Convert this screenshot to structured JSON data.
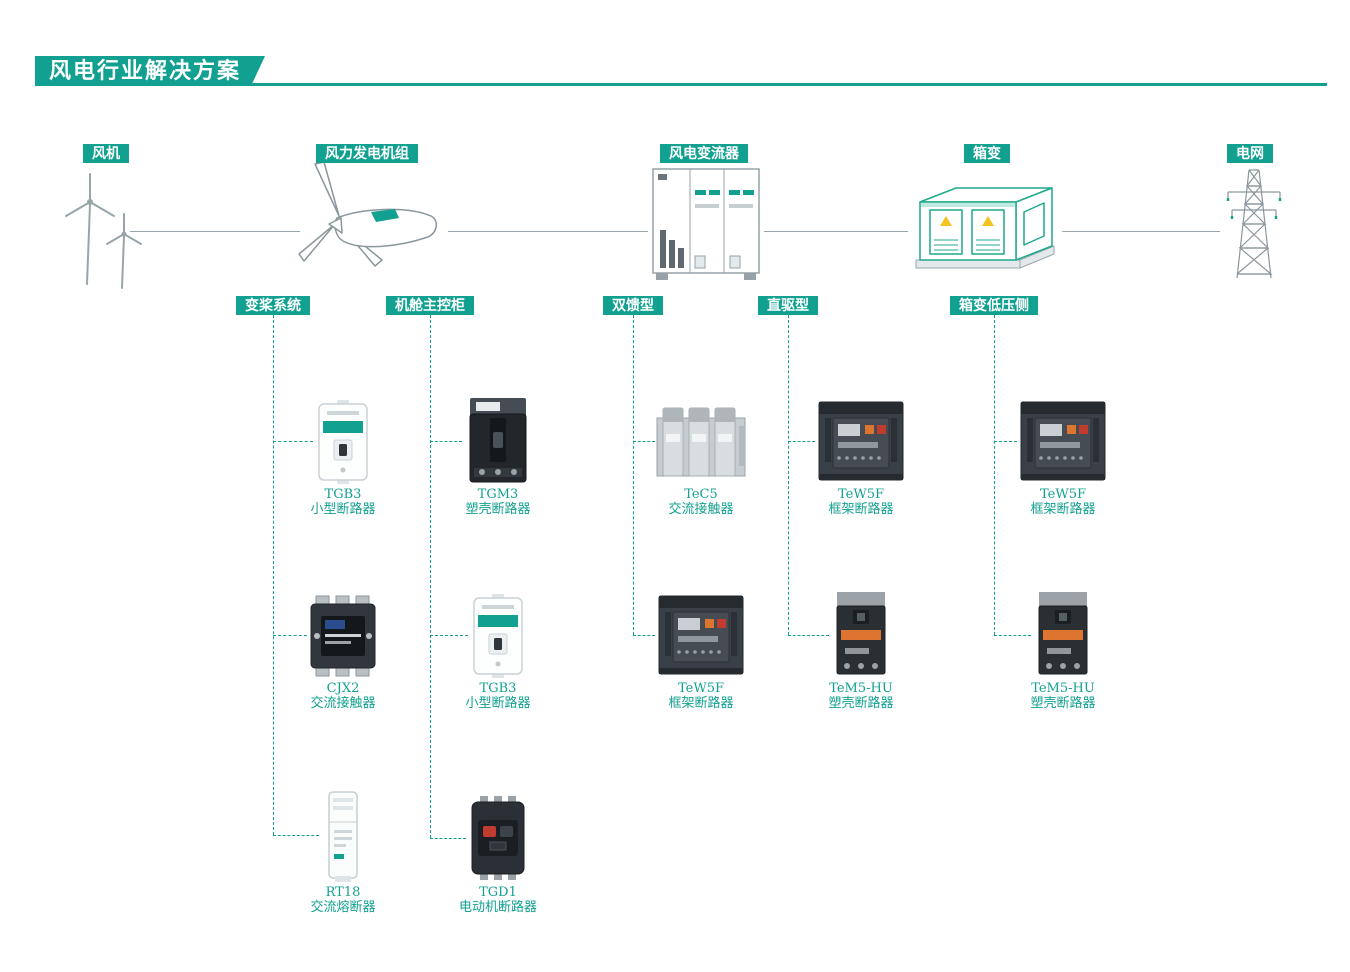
{
  "title": "风电行业解决方案",
  "theme": {
    "accent": "#12A191",
    "badge_bg": "#12A191",
    "badge_text": "#FFFFFF",
    "product_text": "#12A191",
    "line_gray": "#9AA7AD",
    "box_transformer_green": "#1FA98C",
    "warning_yellow": "#F4C31F"
  },
  "top_nodes": [
    {
      "label": "风机",
      "icon": "wind-turbines-icon"
    },
    {
      "label": "风力发电机组",
      "icon": "turbine-nacelle-icon"
    },
    {
      "label": "风电变流器",
      "icon": "converter-cabinet-icon"
    },
    {
      "label": "箱变",
      "icon": "box-transformer-icon"
    },
    {
      "label": "电网",
      "icon": "transmission-tower-icon"
    }
  ],
  "branches": [
    {
      "label": "变桨系统",
      "products": [
        {
          "model": "TGB3",
          "name": "小型断路器",
          "icon": "mcb-white-icon"
        },
        {
          "model": "CJX2",
          "name": "交流接触器",
          "icon": "ac-contactor-dark-icon"
        },
        {
          "model": "RT18",
          "name": "交流熔断器",
          "icon": "fuse-holder-icon"
        }
      ]
    },
    {
      "label": "机舱主控柜",
      "products": [
        {
          "model": "TGM3",
          "name": "塑壳断路器",
          "icon": "mccb-dark-icon"
        },
        {
          "model": "TGB3",
          "name": "小型断路器",
          "icon": "mcb-white-icon"
        },
        {
          "model": "TGD1",
          "name": "电动机断路器",
          "icon": "motor-breaker-icon"
        }
      ]
    },
    {
      "label": "双馈型",
      "products": [
        {
          "model": "TeC5",
          "name": "交流接触器",
          "icon": "ac-contactor-gray-icon"
        },
        {
          "model": "TeW5F",
          "name": "框架断路器",
          "icon": "frame-breaker-icon"
        }
      ]
    },
    {
      "label": "直驱型",
      "products": [
        {
          "model": "TeW5F",
          "name": "框架断路器",
          "icon": "frame-breaker-icon"
        },
        {
          "model": "TeM5-HU",
          "name": "塑壳断路器",
          "icon": "mccb-orange-icon"
        }
      ]
    },
    {
      "label": "箱变低压侧",
      "products": [
        {
          "model": "TeW5F",
          "name": "框架断路器",
          "icon": "frame-breaker-icon"
        },
        {
          "model": "TeM5-HU",
          "name": "塑壳断路器",
          "icon": "mccb-orange-icon"
        }
      ]
    }
  ]
}
